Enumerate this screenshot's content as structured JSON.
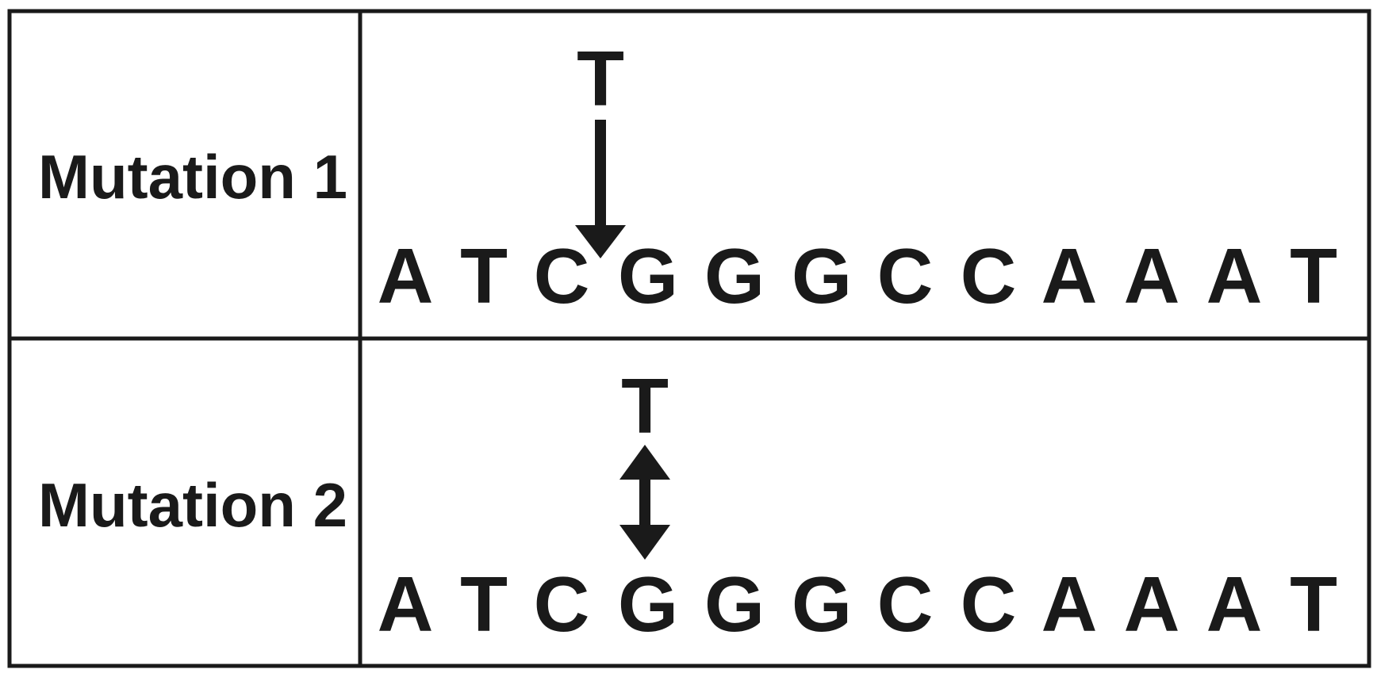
{
  "rows": [
    {
      "label": "Mutation 1",
      "sequence": [
        "A",
        "T",
        "C",
        "G",
        "G",
        "G",
        "C",
        "C",
        "A",
        "A",
        "A",
        "T"
      ],
      "mutant_base": "T",
      "arrow": "down"
    },
    {
      "label": "Mutation 2",
      "sequence": [
        "A",
        "T",
        "C",
        "G",
        "G",
        "G",
        "C",
        "C",
        "A",
        "A",
        "A",
        "T"
      ],
      "mutant_base": "T",
      "arrow": "double"
    }
  ],
  "colors": {
    "ink": "#1a1a1a",
    "background": "#ffffff"
  }
}
